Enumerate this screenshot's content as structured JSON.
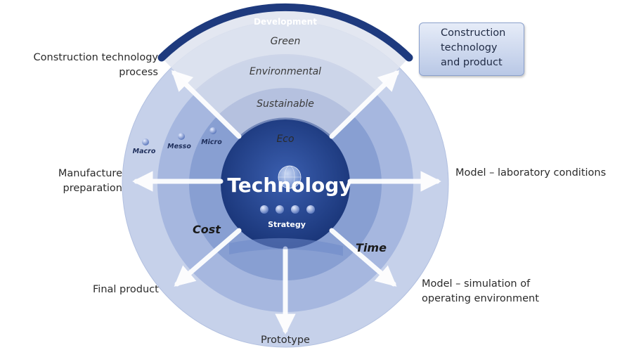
{
  "arc_banner": "Development",
  "rings": {
    "green": "Green",
    "environmental": "Environmental",
    "sustainable": "Sustainable",
    "eco": "Eco"
  },
  "center": {
    "title": "Technology",
    "subtitle": "Strategy"
  },
  "scales": {
    "macro": "Macro",
    "messo": "Messo",
    "micro": "Micro"
  },
  "axes": {
    "cost": "Cost",
    "time": "Time"
  },
  "outer_labels": {
    "process_line1": "Construction technology",
    "process_line2": "process",
    "product_box_line1": "Construction",
    "product_box_line2": "technology",
    "product_box_line3": "and product",
    "manufacture_line1": "Manufacture",
    "manufacture_line2": "preparation",
    "model_lab": "Model – laboratory conditions",
    "final_product": "Final product",
    "model_sim_line1": "Model – simulation of",
    "model_sim_line2": "operating environment",
    "prototype": "Prototype"
  },
  "colors": {
    "outer_ring": "#c3cfe8",
    "ring2": "#9fb2dc",
    "ring3": "#8198cf",
    "core": "#1f3c8a",
    "arc": "#1e3a7e",
    "wedge_light": "#dfe4ee"
  }
}
